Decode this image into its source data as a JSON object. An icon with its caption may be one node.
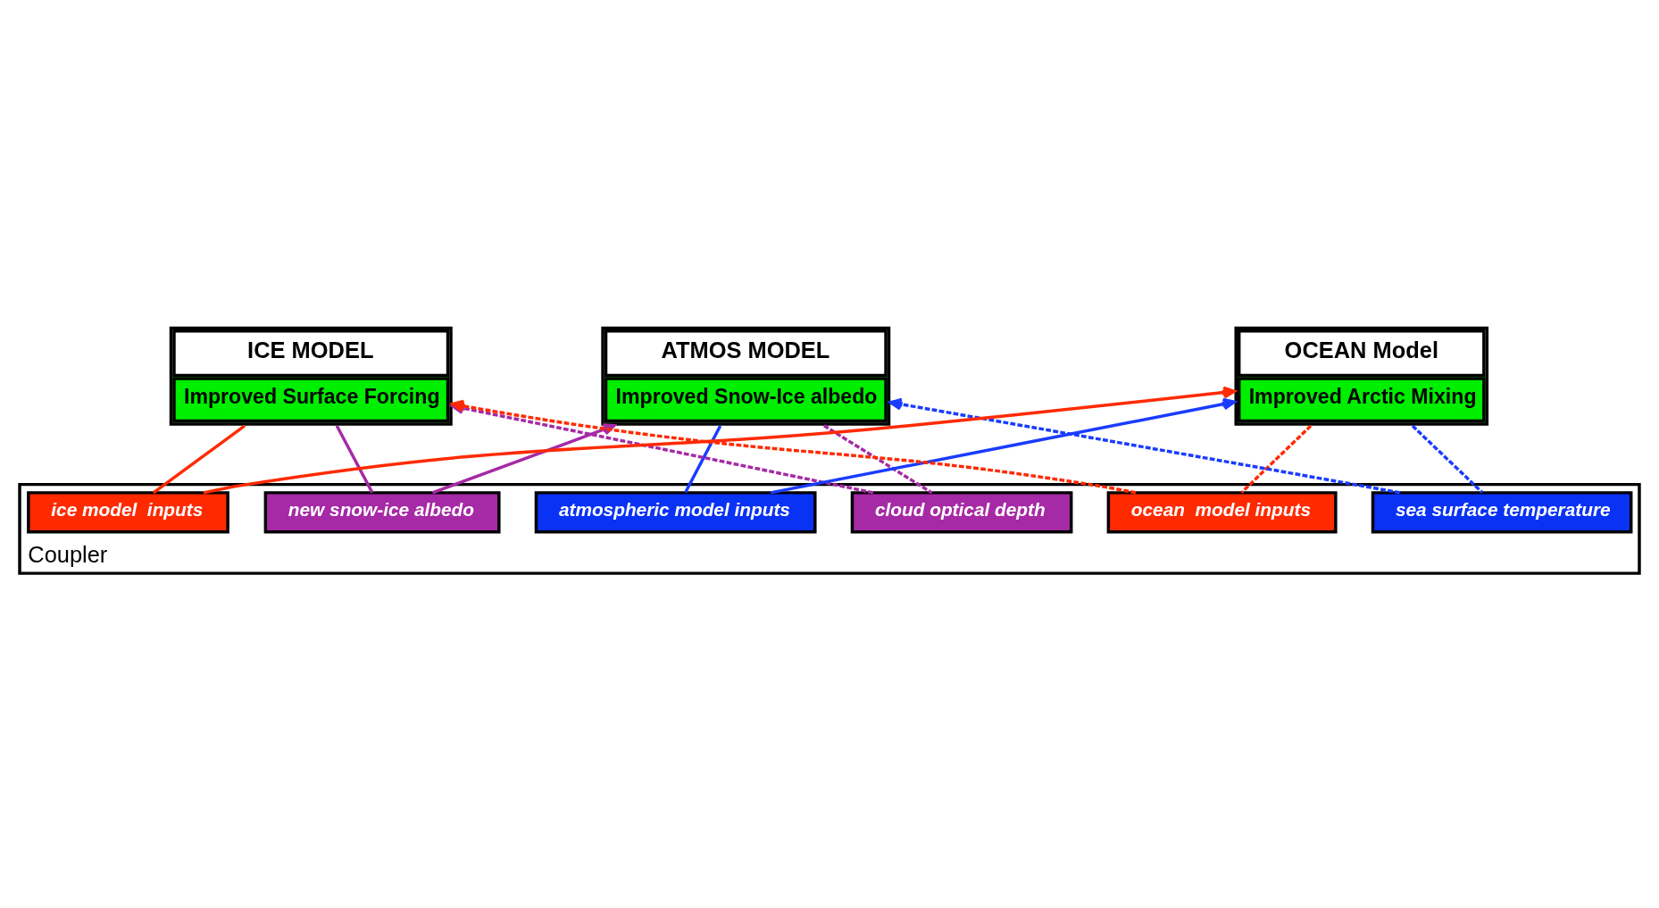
{
  "diagram": {
    "nodes": [
      {
        "text": [
          "ICE MODEL",
          "Improved Surface Forcing"
        ]
      },
      {
        "text": [
          "ATMOS MODEL",
          "Improved Snow-Ice albedo"
        ]
      },
      {
        "text": [
          "OCEAN Model",
          "Improved Arctic Mixing"
        ]
      },
      {
        "text": [
          "Coupler"
        ]
      },
      {
        "text": [
          "cloud optical depth"
        ],
        "in": 3
      },
      {
        "text": [
          "sea surface temperature"
        ],
        "in": 3
      },
      {
        "text": [
          "new snow-ice albedo"
        ],
        "in": 3
      },
      {
        "text": [
          "atmospheric model inputs"
        ],
        "in": 3
      },
      {
        "text": [
          "ocean  model inputs"
        ],
        "in": 3
      },
      {
        "text": [
          "ice model  inputs"
        ],
        "in": 3
      }
    ],
    "edges": [
      {
        "from": 1,
        "to": 4,
        "arrow": "none",
        "style": "dashed",
        "color": "#a629a6"
      },
      {
        "from": 4,
        "to": 0,
        "arrow": "to",
        "style": "dashed",
        "color": "#a629a6"
      },
      {
        "from": 0,
        "to": 6,
        "arrow": "none",
        "color": "#a629a6"
      },
      {
        "from": 6,
        "to": 1,
        "arrow": "to",
        "color": "#a629a6"
      },
      {
        "from": 2,
        "to": 5,
        "arrow": "none",
        "style": "dashed",
        "color": "#1a3cff"
      },
      {
        "from": 5,
        "to": 1,
        "arrow": "to",
        "style": "dashed",
        "color": "#1a3cff"
      },
      {
        "from": 1,
        "to": 7,
        "arrow": "none",
        "color": "#1a3cff"
      },
      {
        "from": 7,
        "to": 2,
        "arrow": "to",
        "color": "#1a3cff"
      },
      {
        "from": 2,
        "to": 8,
        "arrow": "none",
        "style": "dashed",
        "color": "#ff2a00"
      },
      {
        "from": 8,
        "to": 0,
        "arrow": "to",
        "style": "dashed",
        "color": "#ff2a00"
      },
      {
        "from": 0,
        "to": 9,
        "arrow": "none",
        "color": "#ff2a00"
      },
      {
        "from": 9,
        "to": 2,
        "arrow": "to",
        "color": "#ff2a00"
      }
    ]
  }
}
